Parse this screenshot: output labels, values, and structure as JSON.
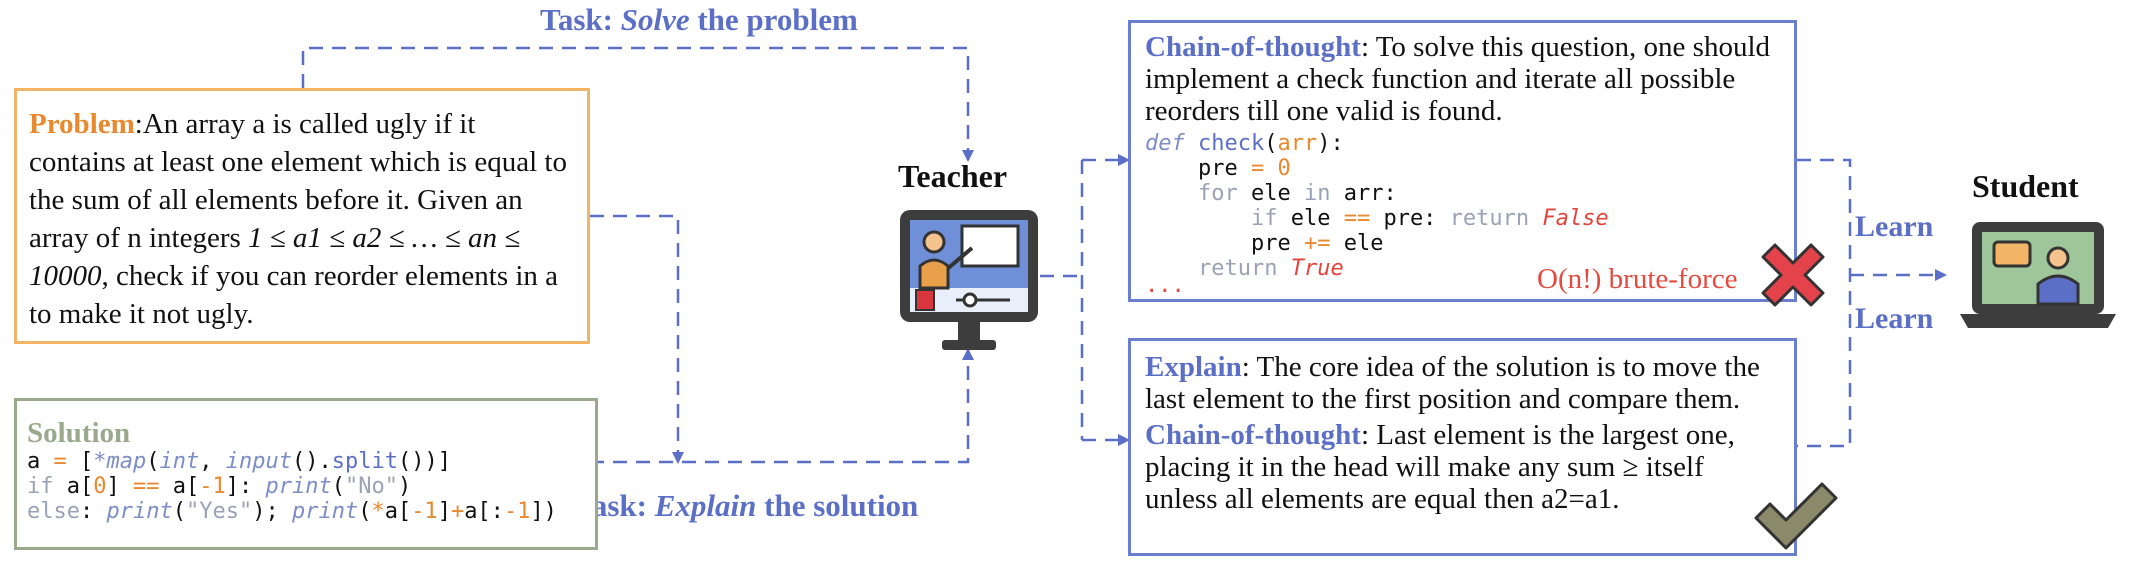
{
  "task_solve": {
    "prefix": "Task: ",
    "verb": "Solve",
    "suffix": " the problem"
  },
  "task_explain": {
    "prefix": "Task: ",
    "verb": "Explain",
    "suffix": " the solution"
  },
  "problem": {
    "heading": "Problem",
    "text_parts": [
      ":An array a is called ugly if it contains at least one element which is equal to the sum of all elements before it. Given an array of n integers ",
      "1 ≤ a1 ≤ a2 ≤ … ≤ an ≤ 10000",
      ", check if you can reorder elements in a to make it not ugly."
    ]
  },
  "solution": {
    "heading": "Solution",
    "lines": [
      "a = [*map(int, input().split())]",
      "if a[0] == a[-1]: print(\"No\")",
      "else: print(\"Yes\"); print(*a[-1]+a[:-1])"
    ]
  },
  "teacher": {
    "label": "Teacher"
  },
  "student": {
    "label": "Student"
  },
  "cot_box": {
    "heading": "Chain-of-thought",
    "text": ": To solve this question, one should implement a check function and iterate all possible reorders till one valid is found.",
    "code_lines": [
      "def check(arr):",
      "    pre = 0",
      "    for ele in arr:",
      "        if ele == pre: return False",
      "        pre += ele",
      "    return True"
    ],
    "ellipsis": "...",
    "verdict": "O(n!) brute-force"
  },
  "explain_box": {
    "explain_heading": "Explain",
    "explain_text": ": The core idea of the solution is to move the last element to the first position and compare them.",
    "cot_heading": "Chain-of-thought",
    "cot_text": ": Last element is the largest one, placing it in the head will make any sum ≥ itself unless all elements are equal then a2=a1."
  },
  "learn_labels": [
    "Learn",
    "Learn"
  ],
  "colors": {
    "arrow": "#5b6fc6",
    "problem_border": "#f2b466",
    "solution_border": "#9aa98c",
    "box_border": "#6b7fd0",
    "cross": "#e4434b",
    "check": "#8a8a6a"
  }
}
